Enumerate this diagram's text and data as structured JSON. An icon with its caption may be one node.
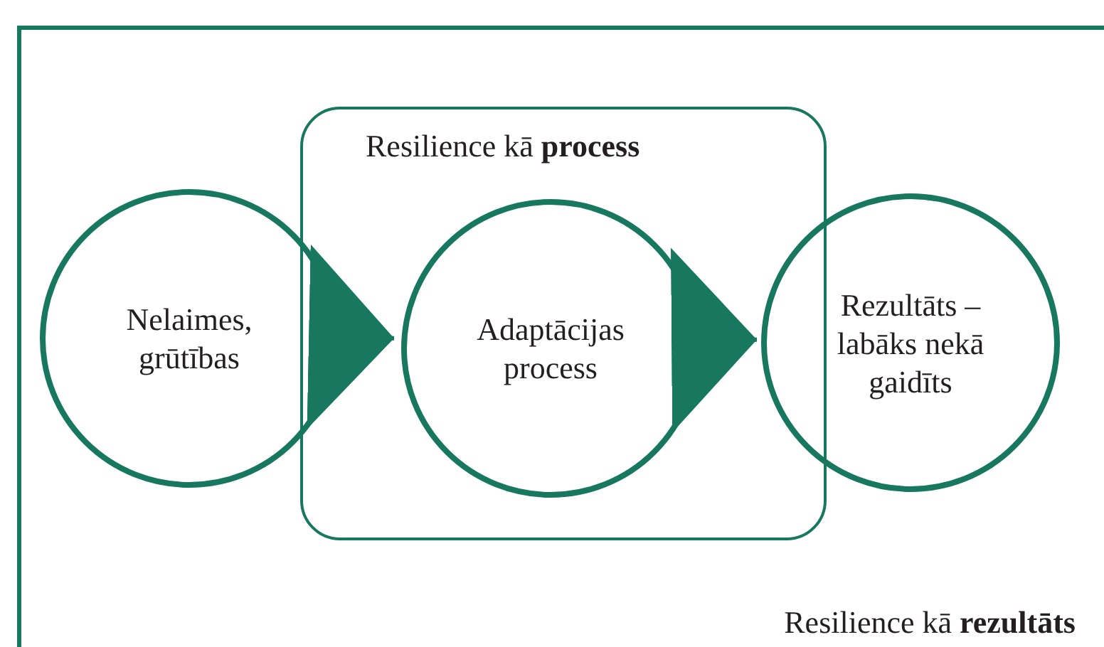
{
  "diagram": {
    "nodes": [
      {
        "text": [
          "Resilience kā **rezultāts**"
        ]
      },
      {
        "text": [
          "Resilience kā **process**"
        ],
        "in": 0
      },
      {
        "text": [
          "Nelaimes, grūtības"
        ],
        "in": 0
      },
      {
        "text": [
          "Adaptācijas process"
        ],
        "in": 1
      },
      {
        "text": [
          "Rezultāts – labāks nekā gaidīts"
        ],
        "in": 0
      }
    ],
    "edges": [
      {
        "from": 2,
        "to": 3,
        "arrow": "to"
      },
      {
        "from": 3,
        "to": 4,
        "arrow": "to"
      }
    ]
  }
}
